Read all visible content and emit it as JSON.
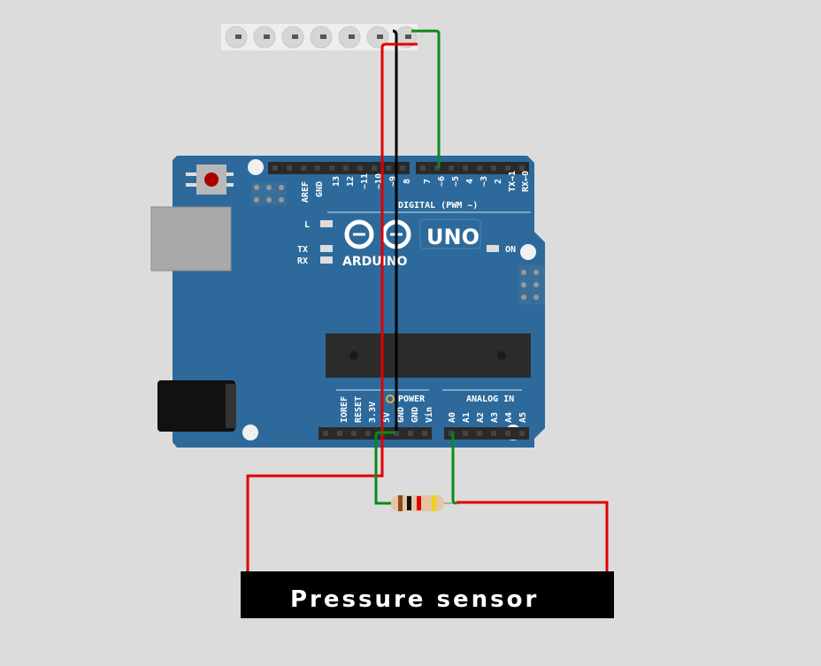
{
  "board": {
    "brand": "ARDUINO",
    "model": "UNO",
    "led_labels": {
      "l": "L",
      "tx": "TX",
      "rx": "RX",
      "on": "ON"
    },
    "digital_label": "DIGITAL (PWM ~)",
    "digital_pins": [
      "AREF",
      "GND",
      "13",
      "12",
      "~11",
      "~10",
      "~9",
      "8",
      "7",
      "~6",
      "~5",
      "4",
      "~3",
      "2",
      "TX→1",
      "RX←0"
    ],
    "power_label": "POWER",
    "power_pins": [
      "IOREF",
      "RESET",
      "3.3V",
      "5V",
      "GND",
      "GND",
      "Vin"
    ],
    "analog_label": "ANALOG IN",
    "analog_pins": [
      "A0",
      "A1",
      "A2",
      "A3",
      "A4",
      "A5"
    ]
  },
  "neopixel": {
    "count": 7
  },
  "sensor": {
    "label": "Pressure sensor"
  },
  "colors": {
    "board": "#2d6a9b",
    "wire_red": "#e00000",
    "wire_black": "#000000",
    "wire_green": "#0a8a1a",
    "background": "#dcdcdc"
  }
}
